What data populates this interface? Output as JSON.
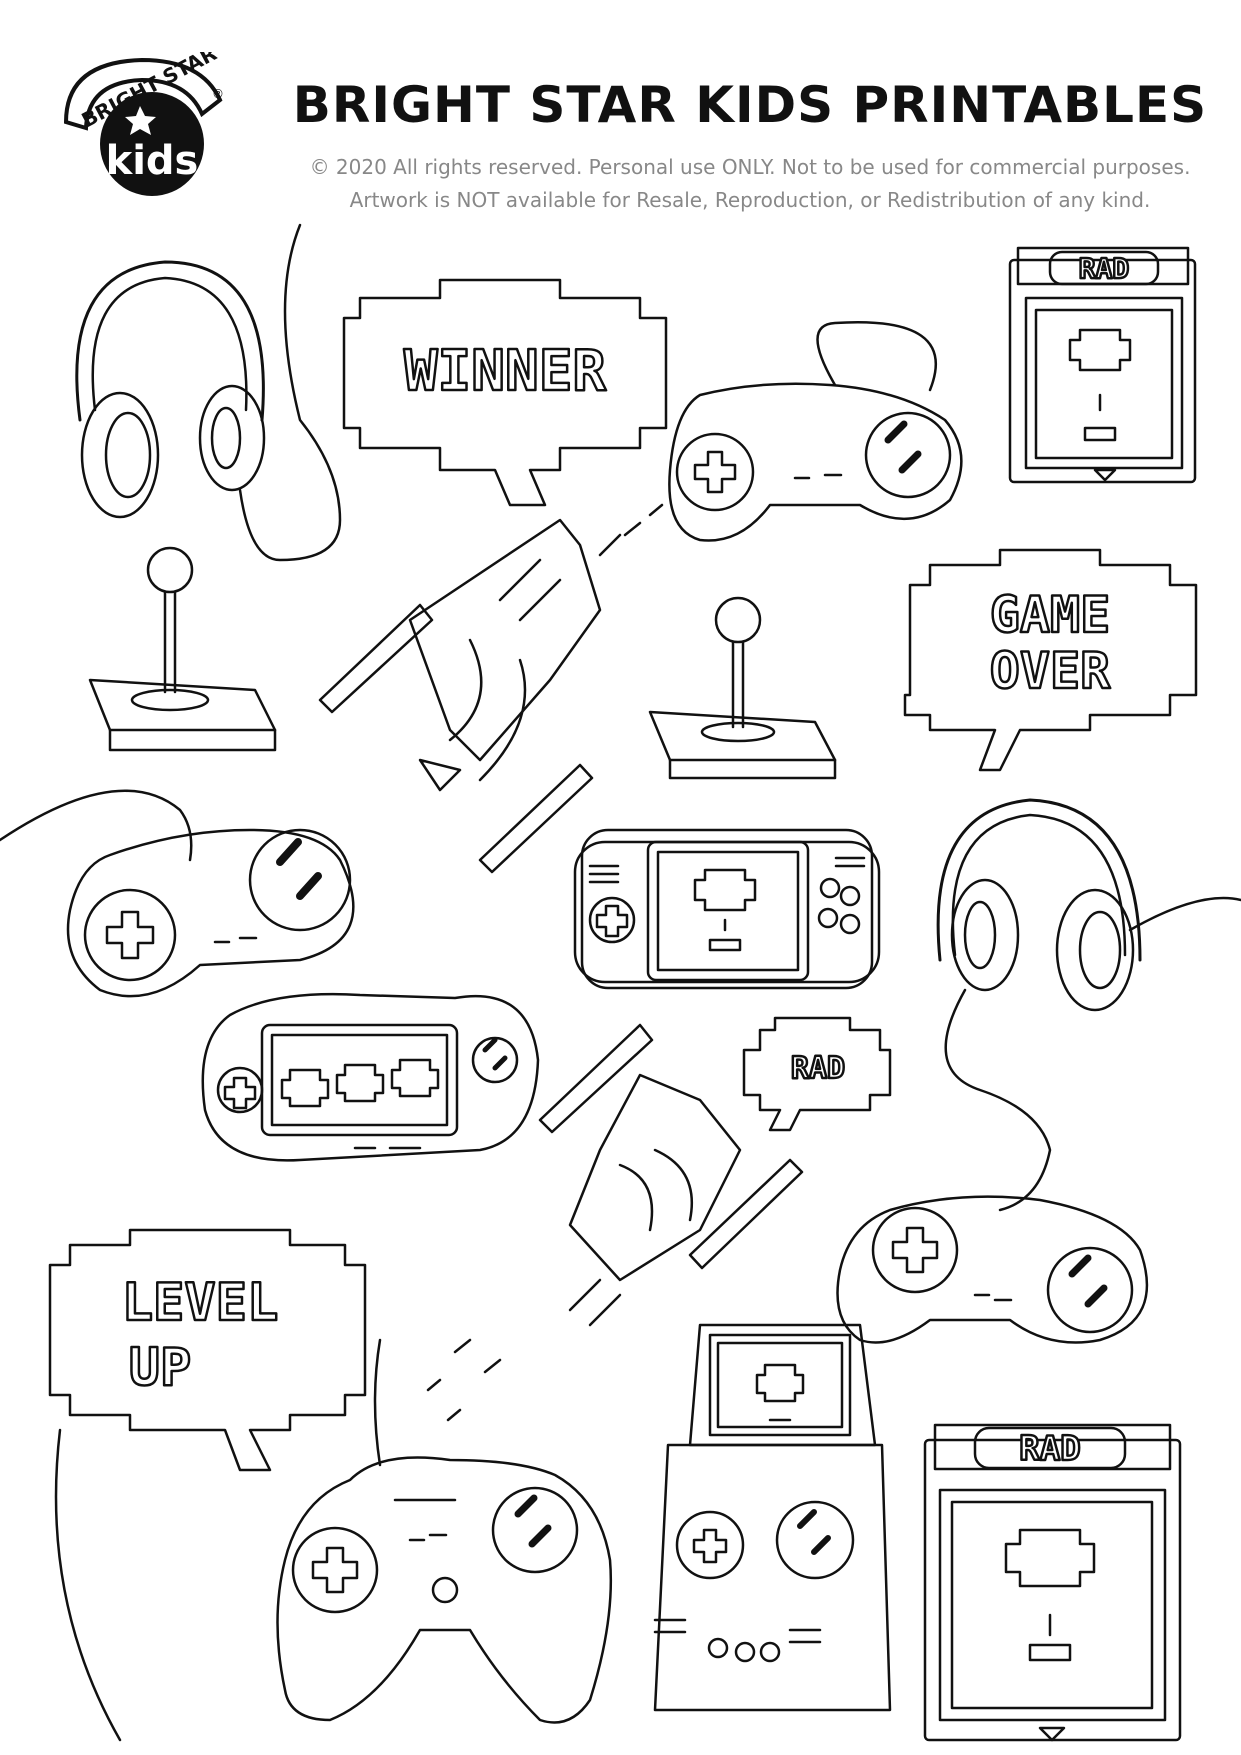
{
  "logo": {
    "ring_text": "BRIGHT STAR",
    "center_text": "kids",
    "mark": "®"
  },
  "header": {
    "title": "BRIGHT STAR KIDS PRINTABLES",
    "notice_line1": "© 2020 All rights reserved. Personal use ONLY. Not to be used for commercial purposes.",
    "notice_line2": "Artwork is NOT available for Resale, Reproduction, or Redistribution of any kind."
  },
  "bubbles": {
    "winner": "WINNER",
    "game_over_1": "GAME",
    "game_over_2": "OVER",
    "rad_small": "RAD",
    "level_up_1": "LEVEL",
    "level_up_2": "UP"
  },
  "cartridges": {
    "label_top": "RAD",
    "label_bottom": "RAD"
  },
  "icons": [
    "headphones-icon",
    "joystick-icon",
    "gamepad-icon",
    "handheld-console-icon",
    "game-cartridge-icon",
    "spaceship-icon",
    "speech-bubble-icon"
  ],
  "colors": {
    "line": "#111111",
    "notice": "#888888",
    "background": "#ffffff"
  }
}
